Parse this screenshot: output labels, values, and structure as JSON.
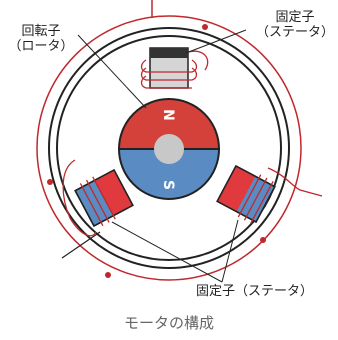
{
  "labels": {
    "rotor_line1": "回転子",
    "rotor_line2": "（ロータ）",
    "stator_top_line1": "固定子",
    "stator_top_line2": "（ステータ）",
    "stator_bottom": "固定子（ステータ）"
  },
  "poles": {
    "north": "N",
    "south": "S"
  },
  "caption": "モータの構成",
  "colors": {
    "north": "#d4403a",
    "south": "#5a8bc2",
    "wire": "#c0282d",
    "stator_block": "#d5d5d5",
    "shaft": "#c8c8c8",
    "caption": "#666666"
  }
}
